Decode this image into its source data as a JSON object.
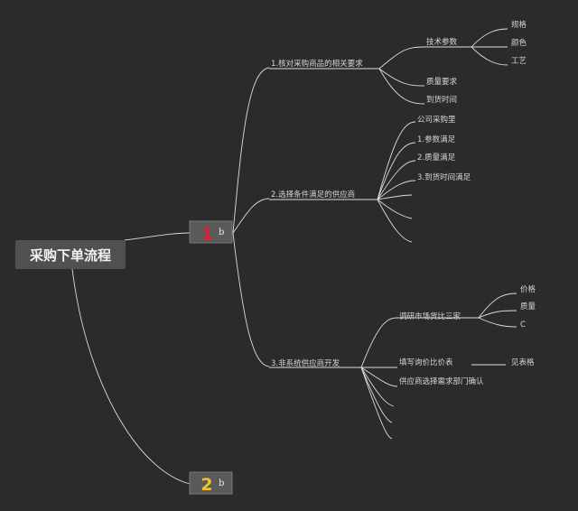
{
  "colors": {
    "background": "#2b2b2b",
    "line": "#dcdcdc",
    "badge_1": "#d4233a",
    "badge_2": "#f1c232"
  },
  "root": {
    "label": "采购下单流程"
  },
  "badges": [
    {
      "number": "1",
      "letter": "b"
    },
    {
      "number": "2",
      "letter": "b"
    }
  ],
  "branches": [
    {
      "label": "1.核对采购商品的相关要求",
      "children": [
        {
          "label": "技术参数",
          "children": [
            "规格",
            "颜色",
            "工艺"
          ]
        },
        {
          "label": "质量要求"
        },
        {
          "label": "到货时间"
        }
      ]
    },
    {
      "label": "2.选择条件满足的供应商",
      "children": [
        {
          "label": "公司采购里"
        },
        {
          "label": "1.参数满足"
        },
        {
          "label": "2.质量满足"
        },
        {
          "label": "3.到货时间满足"
        }
      ]
    },
    {
      "label": "3.非系统供应商开发",
      "children": [
        {
          "label": "调研市场货比三家",
          "children": [
            "价格",
            "质量",
            "C"
          ]
        },
        {
          "label": "填写询价比价表",
          "children": [
            "见表格"
          ]
        },
        {
          "label": "供应商选择需求部门确认"
        }
      ]
    }
  ]
}
